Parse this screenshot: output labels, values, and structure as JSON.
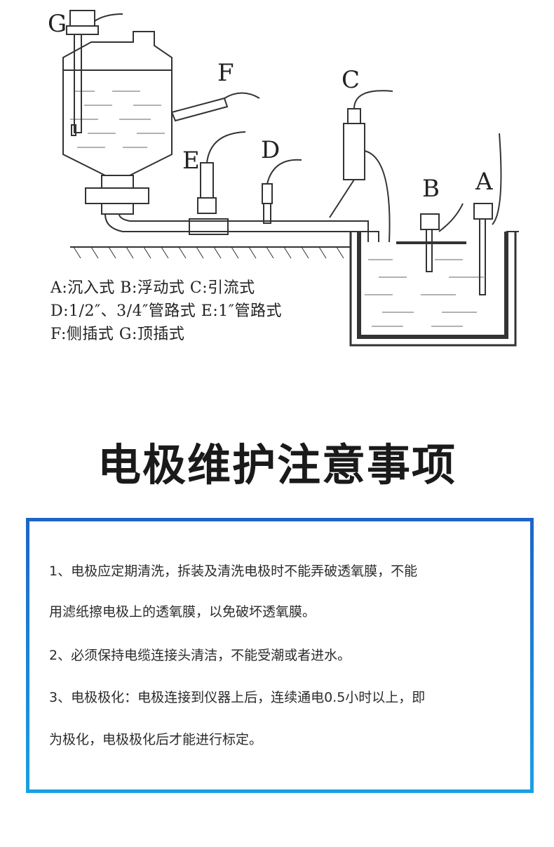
{
  "diagram": {
    "labels": {
      "G": "G",
      "F": "F",
      "E": "E",
      "D": "D",
      "C": "C",
      "B": "B",
      "A": "A"
    },
    "legend": [
      "A:沉入式    B:浮动式   C:引流式",
      "D:1/2″、3/4″管路式  E:1″管路式",
      "F:侧插式    G:顶插式"
    ]
  },
  "title": "电极维护注意事项",
  "notes": [
    "1、电极应定期清洗，拆装及清洗电极时不能弄破透氧膜，不能",
    "用滤纸擦电极上的透氧膜，以免破坏透氧膜。",
    "2、必须保持电缆连接头清洁，不能受潮或者进水。",
    "3、电极极化：电极连接到仪器上后，连续通电0.5小时以上，即",
    "为极化，电极极化后才能进行标定。"
  ],
  "colors": {
    "border_top": "#1f64c7",
    "border_bottom": "#1aa0e3"
  }
}
